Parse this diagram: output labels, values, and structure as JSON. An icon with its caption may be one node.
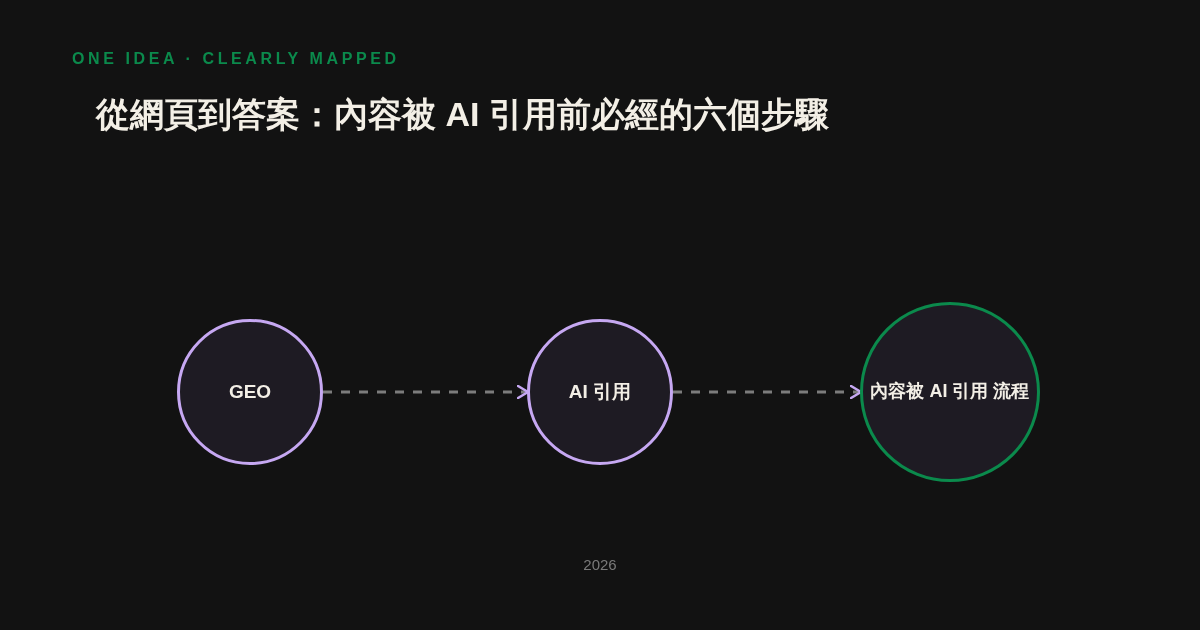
{
  "diagram": {
    "title": "從網頁到答案：內容被 AI 引用前必經的六個步驟",
    "nodes": [
      {
        "text": [
          "GEO"
        ]
      },
      {
        "text": [
          "AI 引用"
        ]
      },
      {
        "text": [
          "內容被 AI 引用 流程"
        ]
      }
    ],
    "edges": [
      {
        "from": 0,
        "to": 1,
        "arrow": "to",
        "style": "dashed"
      },
      {
        "from": 1,
        "to": 2,
        "arrow": "to",
        "style": "dashed"
      }
    ],
    "labels": [
      "ONE IDEA · CLEARLY MAPPED",
      "2026"
    ]
  }
}
